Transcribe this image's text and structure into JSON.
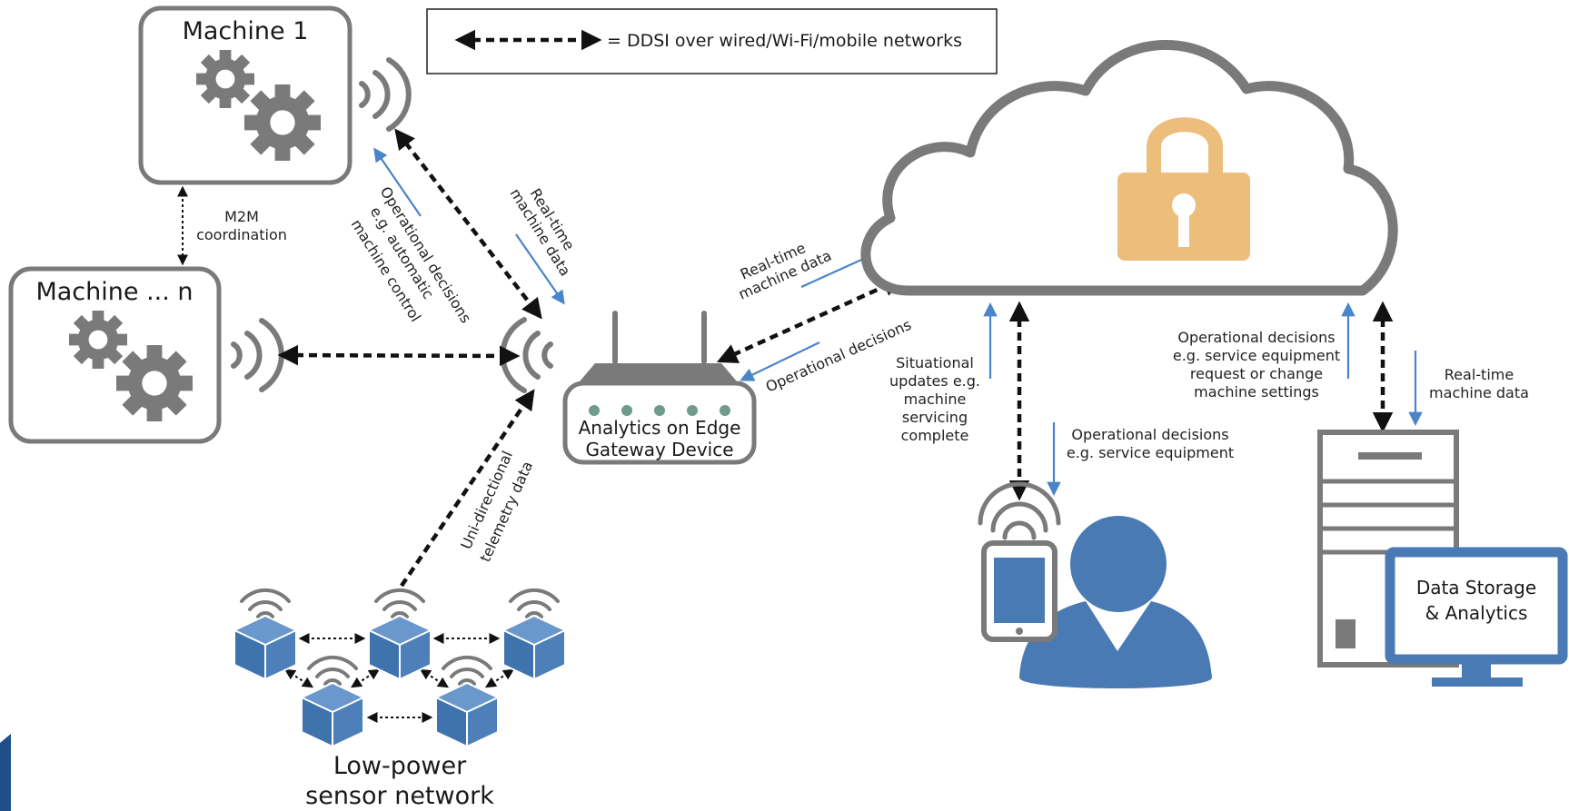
{
  "legend": {
    "text": "= DDSI over wired/Wi-Fi/mobile networks"
  },
  "machine1": {
    "title": "Machine 1"
  },
  "machine_n": {
    "title": "Machine ... n"
  },
  "m2m": {
    "line1": "M2M",
    "line2": "coordination"
  },
  "op_dec_machine": {
    "line1": "Operational decisions",
    "line2": "e.g. automatic",
    "line3": "machine control"
  },
  "rt_machine_left": {
    "line1": "Real-time",
    "line2": "machine data"
  },
  "gateway": {
    "line1": "Analytics on Edge",
    "line2": "Gateway Device"
  },
  "rt_cloud": {
    "line1": "Real-time",
    "line2": "machine data"
  },
  "op_dec_gateway": {
    "text": "Operational decisions"
  },
  "telemetry": {
    "line1": "Uni-directional",
    "line2": "telemetry data"
  },
  "sensor_network": {
    "line1": "Low-power",
    "line2": "sensor network"
  },
  "situational": {
    "line1": "Situational",
    "line2": "updates e.g.",
    "line3": "machine",
    "line4": "servicing",
    "line5": "complete"
  },
  "op_dec_user": {
    "line1": "Operational decisions",
    "line2": "e.g. service equipment"
  },
  "op_dec_storage": {
    "line1": "Operational decisions",
    "line2": "e.g. service equipment",
    "line3": "request or change",
    "line4": "machine settings"
  },
  "rt_storage": {
    "line1": "Real-time",
    "line2": "machine data"
  },
  "storage": {
    "line1": "Data Storage",
    "line2": "& Analytics"
  },
  "colors": {
    "blue": "#4a84c9",
    "grey": "#7a7a7a",
    "lock": "#edbd7c",
    "cube": "#4d7fb8"
  }
}
